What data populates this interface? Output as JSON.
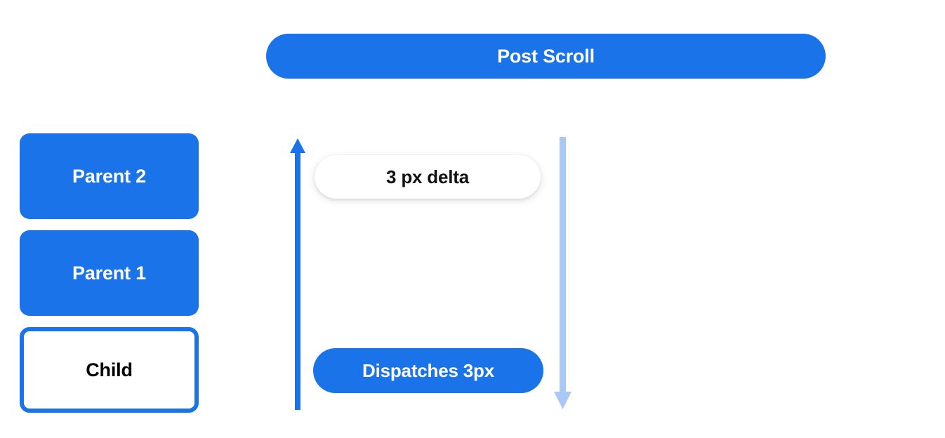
{
  "colors": {
    "accent_blue": "#1a73e8",
    "light_blue": "#aac8f5",
    "white": "#ffffff",
    "text_dark": "#000000"
  },
  "header": {
    "title": "Post Scroll"
  },
  "stack": {
    "boxes": [
      {
        "label": "Parent 2",
        "style": "filled"
      },
      {
        "label": "Parent 1",
        "style": "filled"
      },
      {
        "label": "Child",
        "style": "outlined"
      }
    ]
  },
  "diagram": {
    "delta_pill": {
      "label": "3 px delta"
    },
    "dispatch_pill": {
      "label": "Dispatches 3px"
    },
    "arrows": [
      {
        "name": "up-arrow",
        "direction": "up",
        "color": "#1a73e8"
      },
      {
        "name": "down-arrow",
        "direction": "down",
        "color": "#aac8f5"
      }
    ]
  }
}
